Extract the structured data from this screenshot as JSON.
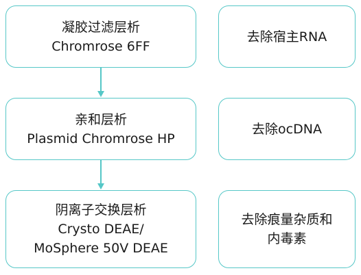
{
  "steps": [
    {
      "lines": [
        "凝胶过滤层析",
        "Chromrose 6FF"
      ]
    },
    {
      "lines": [
        "亲和层析",
        "Plasmid Chromrose HP"
      ]
    },
    {
      "lines": [
        "阴离子交换层析",
        "Crysto DEAE/",
        "MoSphere 50V DEAE"
      ]
    }
  ],
  "notes": [
    {
      "lines": [
        "去除宿主RNA"
      ]
    },
    {
      "lines": [
        "去除ocDNA"
      ]
    },
    {
      "lines": [
        "去除痕量杂质和",
        "内毒素"
      ]
    }
  ],
  "colors": {
    "border": "#55c7c7",
    "arrow": "#55c7c7",
    "text": "#1a1a1a",
    "background": "#ffffff"
  }
}
